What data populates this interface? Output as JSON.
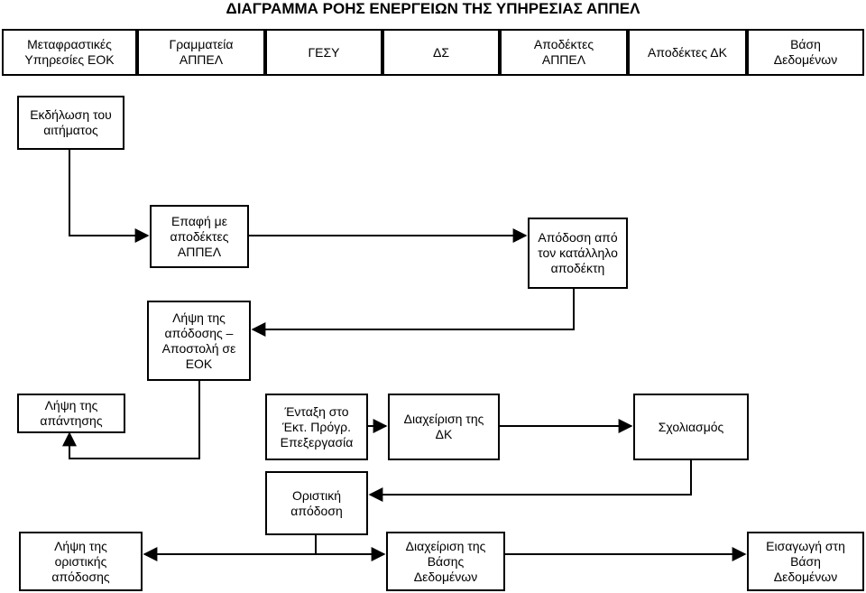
{
  "title": "ΔΙΑΓΡΑΜΜΑ ΡΟΗΣ ΕΝΕΡΓΕΙΩΝ ΤΗΣ ΥΠΗΡΕΣΙΑΣ ΑΠΠΕΛ",
  "lanes": [
    "Μεταφραστικές\nΥπηρεσίες ΕΟΚ",
    "Γραμματεία\nΑΠΠΕΛ",
    "ΓΕΣΥ",
    "ΔΣ",
    "Αποδέκτες\nΑΠΠΕΛ",
    "Αποδέκτες ΔΚ",
    "Βάση\nΔεδομένων"
  ],
  "steps": {
    "request": "Εκδήλωση του\nαιτήματος",
    "contact": "Επαφή με\nαποδέκτες\nΑΠΠΕΛ",
    "delivery": "Απόδοση από\nτον κατάλληλο\nαποδέκτη",
    "receipt": "Λήψη της\nαπόδοσης –\nΑποστολή σε\nΕΟΚ",
    "answer": "Λήψη της\nαπάντησης",
    "integration": "Ένταξη στο\nΈκτ. Πρόγρ.\nΕπεξεργασία",
    "dk_manage": "Διαχείριση της\nΔΚ",
    "comment": "Σχολιασμός",
    "final": "Οριστική\nαπόδοση",
    "final_receipt": "Λήψη της\nοριστικής\nαπόδοσης",
    "db_manage": "Διαχείριση της\nΒάσης\nΔεδομένων",
    "db_insert": "Εισαγωγή στη\nΒάση\nΔεδομένων"
  }
}
